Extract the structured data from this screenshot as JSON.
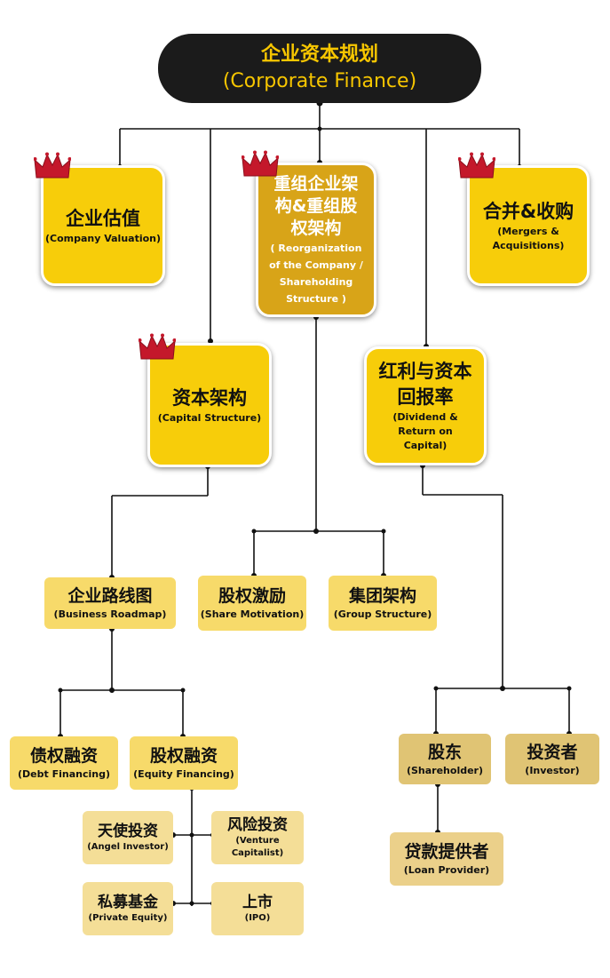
{
  "diagram": {
    "root": {
      "zh": "企业资本规划",
      "en": "(Corporate Finance)"
    },
    "company_valuation": {
      "zh": "企业估值",
      "en": "(Company Valuation)"
    },
    "reorganization": {
      "zh": "重组企业架构&重组股权架构",
      "en": "( Reorganization of the Company / Shareholding Structure )"
    },
    "mergers": {
      "zh": "合并&收购",
      "en": "(Mergers & Acquisitions)"
    },
    "capital_structure": {
      "zh": "资本架构",
      "en": "(Capital Structure)"
    },
    "dividend": {
      "zh": "红利与资本回报率",
      "en": "(Dividend & Return on Capital)"
    },
    "business_roadmap": {
      "zh": "企业路线图",
      "en": "(Business Roadmap)"
    },
    "share_motivation": {
      "zh": "股权激励",
      "en": "(Share Motivation)"
    },
    "group_structure": {
      "zh": "集团架构",
      "en": "(Group Structure)"
    },
    "debt_financing": {
      "zh": "债权融资",
      "en": "(Debt Financing)"
    },
    "equity_financing": {
      "zh": "股权融资",
      "en": "(Equity Financing)"
    },
    "angel_investor": {
      "zh": "天使投资",
      "en": "(Angel Investor)"
    },
    "venture_capitalist": {
      "zh": "风险投资",
      "en": "(Venture Capitalist)"
    },
    "private_equity": {
      "zh": "私募基金",
      "en": "(Private Equity)"
    },
    "ipo": {
      "zh": "上市",
      "en": "(IPO)"
    },
    "shareholder": {
      "zh": "股东",
      "en": "(Shareholder)"
    },
    "investor": {
      "zh": "投资者",
      "en": "(Investor)"
    },
    "loan_provider": {
      "zh": "贷款提供者",
      "en": "(Loan Provider)"
    }
  },
  "colors": {
    "root_bg": "#1b1b1b",
    "root_text": "#f7c600",
    "primary_yellow": "#f7cd0a",
    "gold": "#d8a418",
    "light_yellow": "#f7da6a",
    "pale_yellow": "#f4de97",
    "tan": "#e0c474",
    "crown": "#c4182b",
    "connector": "#111111"
  },
  "icons": {
    "crown": "crown-icon"
  }
}
